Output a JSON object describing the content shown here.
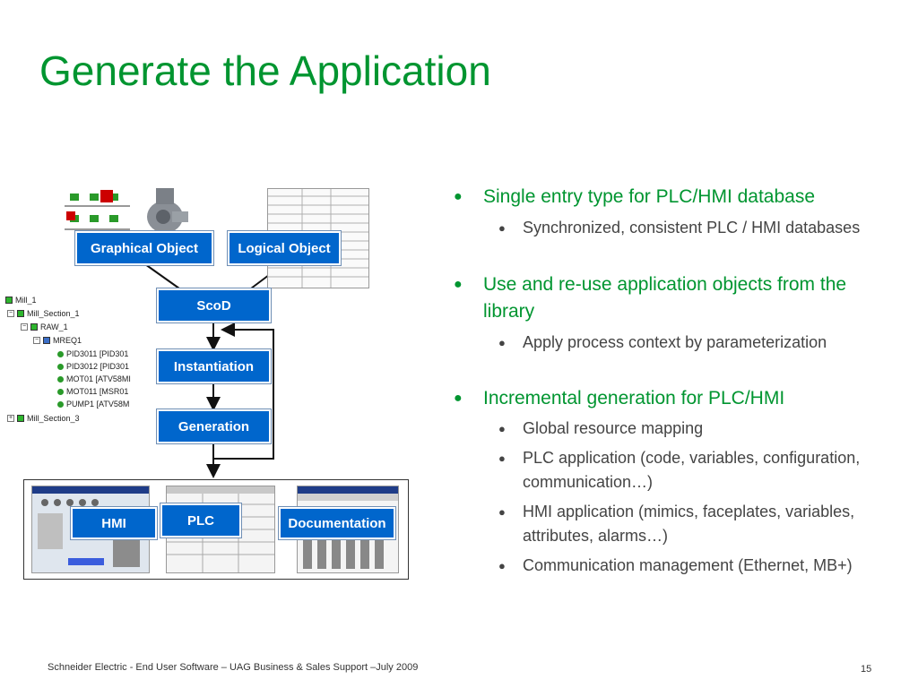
{
  "slide": {
    "title": "Generate the Application",
    "footer": "Schneider Electric - End User Software – UAG Business & Sales Support –July 2009",
    "page_number": "15"
  },
  "diagram": {
    "graphical_object": "Graphical Object",
    "logical_object": "Logical Object",
    "scod": "ScoD",
    "instantiation": "Instantiation",
    "generation": "Generation",
    "hmi": "HMI",
    "plc": "PLC",
    "documentation": "Documentation",
    "tree": [
      "Mill_1",
      "Mill_Section_1",
      "RAW_1",
      "MREQ1",
      "PID3011 [PID301",
      "PID3012 [PID301",
      "MOT01 [ATV58MI",
      "MOT011 [MSR01",
      "PUMP1 [ATV58M",
      "Mill_Section_3"
    ],
    "colors": {
      "box_blue": "#0066cc",
      "arrow_red": "#cc0000",
      "title_green": "#009530"
    }
  },
  "bullets": [
    {
      "text": "Single entry type for PLC/HMI database",
      "sub": [
        "Synchronized, consistent PLC / HMI databases"
      ]
    },
    {
      "text": "Use and re-use application objects from the library",
      "sub": [
        "Apply process context by parameterization"
      ]
    },
    {
      "text": "Incremental generation for PLC/HMI",
      "sub": [
        "Global resource mapping",
        "PLC application (code, variables, configuration, communication…)",
        "HMI application (mimics, faceplates, variables, attributes, alarms…)",
        "Communication management (Ethernet, MB+)"
      ]
    }
  ]
}
